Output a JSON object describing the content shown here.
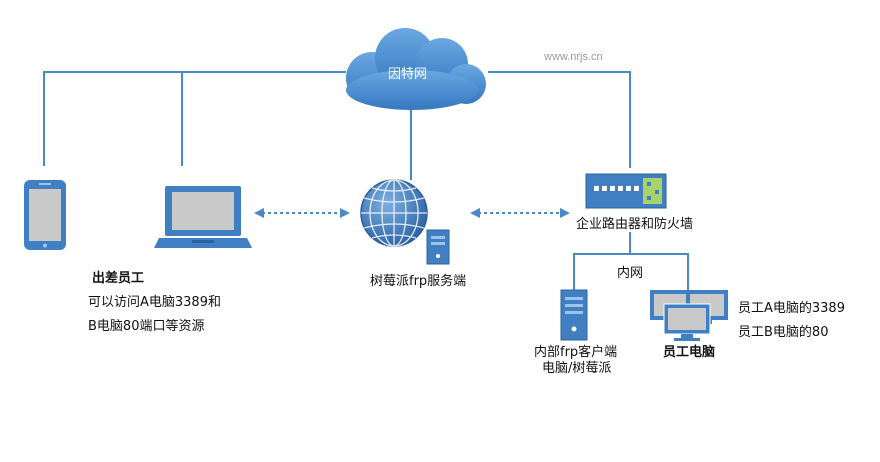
{
  "watermark": "www.nrjs.cn",
  "nodes": {
    "internet": "因特网",
    "frp_server": "树莓派frp服务端",
    "router": "企业路由器和防火墙",
    "lan": "内网",
    "frp_client_line1": "内部frp客户端",
    "frp_client_line2": "电脑/树莓派",
    "staff_pc": "员工电脑"
  },
  "remote_staff": {
    "title": "出差员工",
    "line1": "可以访问A电脑3389和",
    "line2": "B电脑80端口等资源"
  },
  "staff_ports": {
    "line1": "员工A电脑的3389",
    "line2": "员工B电脑的80"
  },
  "colors": {
    "line": "#4a88c7",
    "device_fill": "#3f7fc2",
    "screen": "#c9c9c9",
    "cloud": "#4a8ed1",
    "router_lights": "#a7d36a"
  }
}
